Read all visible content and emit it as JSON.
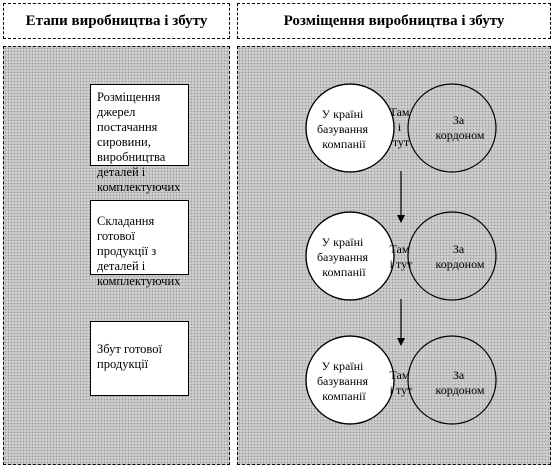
{
  "left_header": "Етапи виробництва і збуту",
  "right_header": "Розміщення виробництва і збуту",
  "stages": [
    {
      "lines": [
        "Розміщення джерел",
        "постачання сировини,",
        "виробництва деталей і",
        "комплектуючих"
      ]
    },
    {
      "lines": [
        "Складання готової",
        "продукції з деталей і",
        "комплектуючих"
      ]
    },
    {
      "lines": [
        "Збут готової",
        "продукції"
      ]
    }
  ],
  "venn": [
    {
      "home": [
        "У країні",
        "базування",
        "компанії"
      ],
      "both": [
        "Там",
        "і",
        "тут"
      ],
      "abroad": [
        "За",
        "кордоном"
      ]
    },
    {
      "home": [
        "У країні",
        "базування",
        "компанії"
      ],
      "both": [
        "Там",
        "і тут"
      ],
      "abroad": [
        "За",
        "кордоном"
      ]
    },
    {
      "home": [
        "У країні",
        "базування",
        "компанії"
      ],
      "both": [
        "Там",
        "і тут"
      ],
      "abroad": [
        "За",
        "кордоном"
      ]
    }
  ]
}
